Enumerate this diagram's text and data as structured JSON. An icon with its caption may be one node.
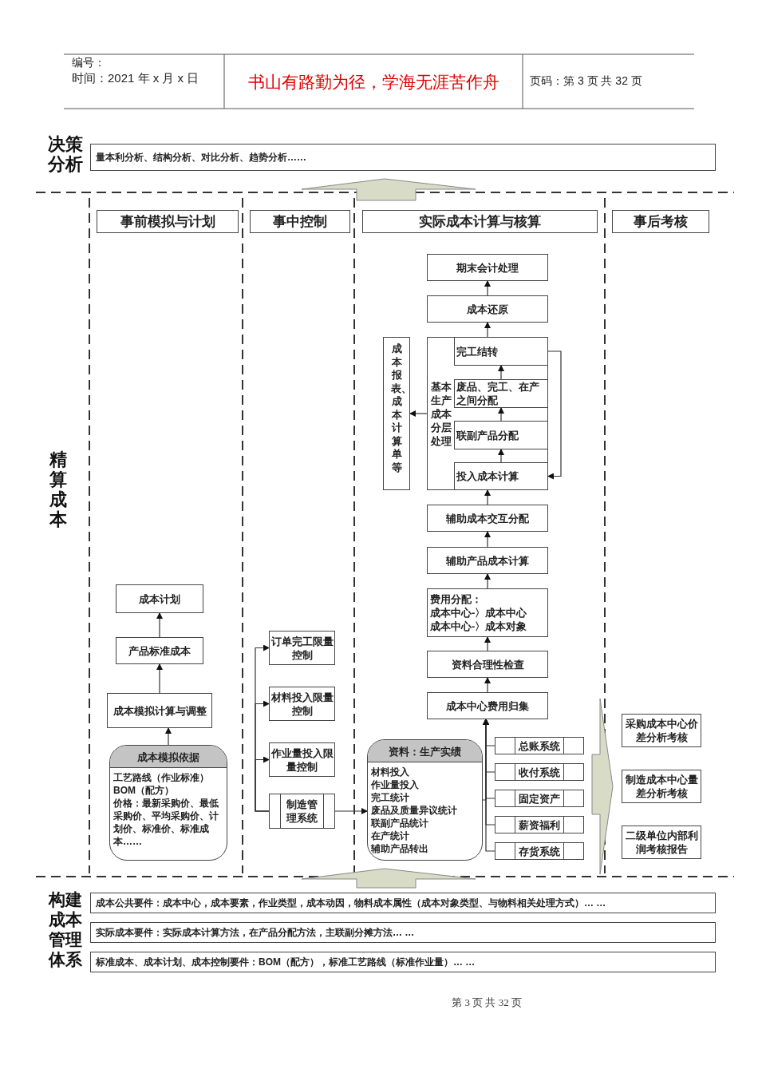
{
  "diagram": {
    "nodes": [
      {
        "text": [
          "量本利分析、结构分析、对比分析、趋势分析……"
        ]
      },
      {
        "text": [
          "事前模拟与计划"
        ]
      },
      {
        "text": [
          "事中控制"
        ]
      },
      {
        "text": [
          "实际成本计算与核算"
        ]
      },
      {
        "text": [
          "事后考核"
        ]
      },
      {
        "text": [
          "期末会计处理"
        ]
      },
      {
        "text": [
          "成本还原"
        ]
      },
      {
        "text": [
          "成本报表、成本计算单等"
        ]
      },
      {
        "text": [
          "基本生产成本分层处理"
        ]
      },
      {
        "text": [
          "完工结转"
        ],
        "in": 8
      },
      {
        "text": [
          "废品、完工、在产之间分配"
        ],
        "in": 8
      },
      {
        "text": [
          "联副产品分配"
        ],
        "in": 8
      },
      {
        "text": [
          "投入成本计算"
        ],
        "in": 8
      },
      {
        "text": [
          "辅助成本交互分配"
        ]
      },
      {
        "text": [
          "辅助产品成本计算"
        ]
      },
      {
        "text": [
          "费用分配：",
          "成本中心-〉成本中心",
          "成本中心-〉成本对象"
        ]
      },
      {
        "text": [
          "资料合理性检查"
        ]
      },
      {
        "text": [
          "成本中心费用归集"
        ]
      },
      {
        "text": [
          "成本计划"
        ]
      },
      {
        "text": [
          "产品标准成本"
        ]
      },
      {
        "text": [
          "成本模拟计算与调整"
        ]
      },
      {
        "text": [
          "成本模拟依据",
          "工艺路线（作业标准）",
          "BOM（配方）",
          "价格：最新采购价、最低采购价、平均采购价、计划价、标准价、标准成本……"
        ]
      },
      {
        "text": [
          "订单完工限量控制"
        ]
      },
      {
        "text": [
          "材料投入限量控制"
        ]
      },
      {
        "text": [
          "作业量投入限量控制"
        ]
      },
      {
        "text": [
          "制造管理系统"
        ]
      },
      {
        "text": [
          "资料：生产实绩",
          "材料投入",
          "作业量投入",
          "完工统计",
          "废品及质量异议统计",
          "联副产品统计",
          "在产统计",
          "辅助产品转出"
        ]
      },
      {
        "text": [
          "总账系统"
        ]
      },
      {
        "text": [
          "收付系统"
        ]
      },
      {
        "text": [
          "固定资产"
        ]
      },
      {
        "text": [
          "薪资福利"
        ]
      },
      {
        "text": [
          "存货系统"
        ]
      },
      {
        "text": [
          "采购成本中心价差分析考核"
        ]
      },
      {
        "text": [
          "制造成本中心量差分析考核"
        ]
      },
      {
        "text": [
          "二级单位内部利润考核报告"
        ]
      },
      {
        "text": [
          "成本公共要件：成本中心，成本要素，作业类型，成本动因，物料成本属性（成本对象类型、与物料相关处理方式）… …"
        ]
      },
      {
        "text": [
          "实际成本要件：实际成本计算方法，在产品分配方法，主联副分摊方法… …"
        ]
      },
      {
        "text": [
          "标准成本、成本计划、成本控制要件：BOM（配方），标准工艺路线（标准作业量）… …"
        ]
      }
    ],
    "edges": [
      {
        "from": 6,
        "to": 5,
        "arrow": "to"
      },
      {
        "from": 8,
        "to": 6,
        "arrow": "to"
      },
      {
        "from": 10,
        "to": 9,
        "arrow": "to"
      },
      {
        "from": 11,
        "to": 10,
        "arrow": "to"
      },
      {
        "from": 12,
        "to": 11,
        "arrow": "to"
      },
      {
        "from": 9,
        "to": 12,
        "arrow": "to"
      },
      {
        "from": 8,
        "to": 7,
        "arrow": "to"
      },
      {
        "from": 13,
        "to": 8,
        "arrow": "to"
      },
      {
        "from": 14,
        "to": 13,
        "arrow": "to"
      },
      {
        "from": 15,
        "to": 14,
        "arrow": "to"
      },
      {
        "from": 16,
        "to": 15,
        "arrow": "to"
      },
      {
        "from": 17,
        "to": 16,
        "arrow": "to"
      },
      {
        "from": 26,
        "to": 17,
        "arrow": "to"
      },
      {
        "from": 27,
        "to": 17,
        "arrow": "to"
      },
      {
        "from": 28,
        "to": 17,
        "arrow": "to"
      },
      {
        "from": 29,
        "to": 17,
        "arrow": "to"
      },
      {
        "from": 30,
        "to": 17,
        "arrow": "to"
      },
      {
        "from": 31,
        "to": 17,
        "arrow": "to"
      },
      {
        "from": 19,
        "to": 18,
        "arrow": "to"
      },
      {
        "from": 20,
        "to": 19,
        "arrow": "to"
      },
      {
        "from": 21,
        "to": 20,
        "arrow": "to"
      },
      {
        "from": 25,
        "to": 22,
        "arrow": "to"
      },
      {
        "from": 25,
        "to": 23,
        "arrow": "to"
      },
      {
        "from": 25,
        "to": 24,
        "arrow": "to"
      },
      {
        "from": 25,
        "to": 26,
        "arrow": "to"
      },
      {
        "from": 3,
        "to": 0,
        "arrow": "to",
        "style": "thick"
      },
      {
        "from": 35,
        "to": 26,
        "arrow": "to",
        "style": "thick"
      },
      {
        "from": 26,
        "to": 33,
        "arrow": "to",
        "style": "thick"
      }
    ],
    "labels": [
      "编号：",
      "时间：2021 年 x 月 x 日",
      "书山有路勤为径，学海无涯苦作舟",
      "页码：第 3 页 共 32 页",
      "决策分析",
      "精算成本",
      "构建成本管理体系",
      "第 3 页 共 32 页"
    ]
  }
}
